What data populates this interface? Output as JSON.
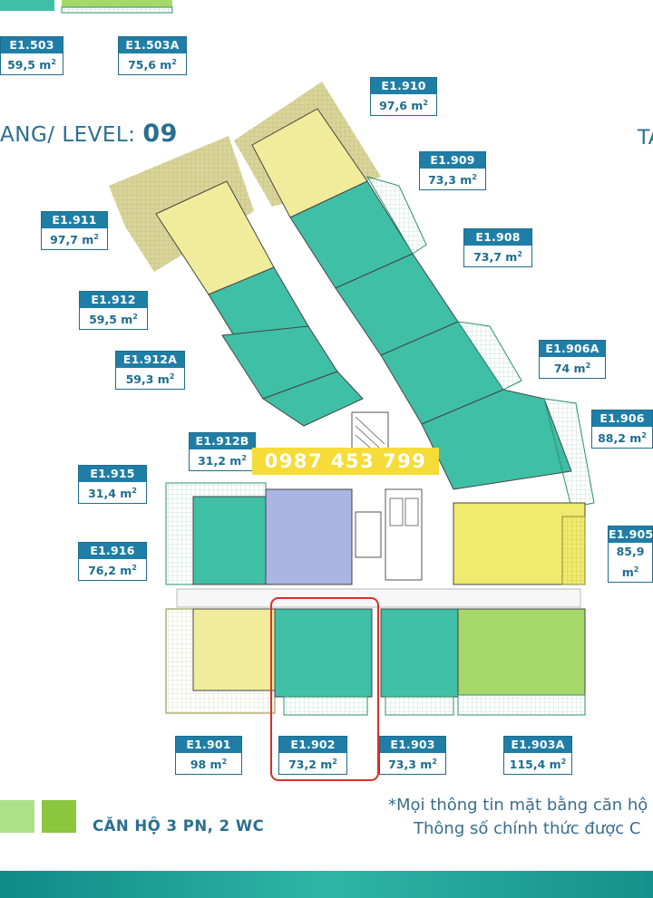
{
  "level": {
    "prefix": "ANG/ LEVEL:",
    "number": "09",
    "right_fragment": "TA"
  },
  "phone": "0987 453 799",
  "units": [
    {
      "code": "E1.503",
      "area": "59,5 m",
      "sup": "2"
    },
    {
      "code": "E1.503A",
      "area": "75,6 m",
      "sup": "2"
    },
    {
      "code": "E1.910",
      "area": "97,6 m",
      "sup": "2"
    },
    {
      "code": "E1.909",
      "area": "73,3 m",
      "sup": "2"
    },
    {
      "code": "E1.911",
      "area": "97,7 m",
      "sup": "2"
    },
    {
      "code": "E1.908",
      "area": "73,7 m",
      "sup": "2"
    },
    {
      "code": "E1.912",
      "area": "59,5 m",
      "sup": "2"
    },
    {
      "code": "E1.906A",
      "area": "74 m",
      "sup": "2"
    },
    {
      "code": "E1.912A",
      "area": "59,3 m",
      "sup": "2"
    },
    {
      "code": "E1.906",
      "area": "88,2 m",
      "sup": "2"
    },
    {
      "code": "E1.912B",
      "area": "31,2 m",
      "sup": "2"
    },
    {
      "code": "E1.915",
      "area": "31,4 m",
      "sup": "2"
    },
    {
      "code": "E1.905",
      "area": "85,9 m",
      "sup": "2"
    },
    {
      "code": "E1.916",
      "area": "76,2 m",
      "sup": "2"
    },
    {
      "code": "E1.901",
      "area": "98 m",
      "sup": "2"
    },
    {
      "code": "E1.902",
      "area": "73,2 m",
      "sup": "2"
    },
    {
      "code": "E1.903",
      "area": "73,3 m",
      "sup": "2"
    },
    {
      "code": "E1.903A",
      "area": "115,4 m",
      "sup": "2"
    }
  ],
  "legend": {
    "label": "CĂN HỘ 3 PN, 2 WC",
    "colors": [
      "#aee08a",
      "#8cc63f"
    ]
  },
  "note": {
    "line1": "*Mọi thông tin mặt bằng căn hộ",
    "line2": "Thông số chính thức được C"
  },
  "colors": {
    "teal": "#3fbfa6",
    "yellow": "#f0ea6e",
    "light_yellow": "#f1ec9b",
    "lavender": "#a9b6e3",
    "green": "#a6d86a",
    "beige": "#d9d59a",
    "highlight": "#d9302b"
  }
}
